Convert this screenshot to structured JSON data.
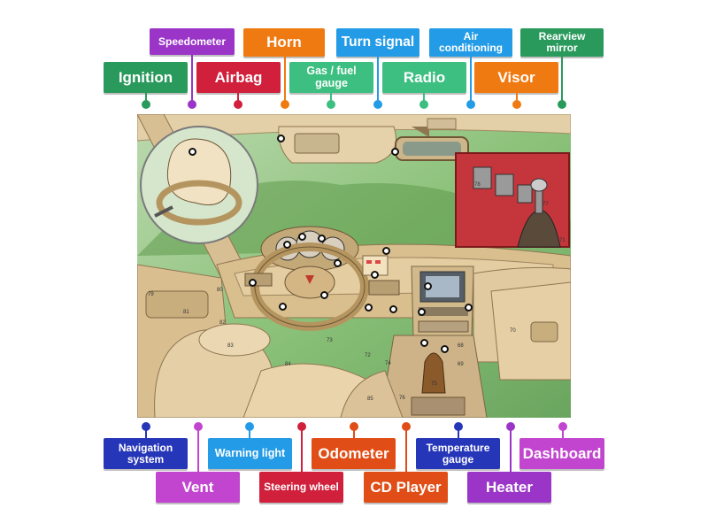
{
  "labels": {
    "speedometer": "Speedometer",
    "horn": "Horn",
    "turn_signal": "Turn signal",
    "air_conditioning": "Air conditioning",
    "rearview_mirror": "Rearview mirror",
    "ignition": "Ignition",
    "airbag": "Airbag",
    "gas_fuel_gauge": "Gas / fuel gauge",
    "radio": "Radio",
    "visor": "Visor",
    "navigation_system": "Navigation system",
    "warning_light": "Warning light",
    "odometer": "Odometer",
    "temperature_gauge": "Temperature gauge",
    "dashboard": "Dashboard",
    "vent": "Vent",
    "steering_wheel": "Steering wheel",
    "cd_player": "CD Player",
    "heater": "Heater"
  },
  "picture_numbers": [
    "79",
    "80",
    "81",
    "82",
    "83",
    "84",
    "85",
    "73",
    "72",
    "74",
    "75",
    "76",
    "70",
    "71",
    "68",
    "69",
    "77",
    "78"
  ],
  "colors": {
    "green": "#2a9a5c",
    "purple": "#9a35c8",
    "red": "#d0203c",
    "orange": "#f07a12",
    "blue": "#239be6",
    "mint": "#3cbf80",
    "navy": "#2636b8",
    "magenta": "#c245cf",
    "rust": "#e04d16"
  }
}
